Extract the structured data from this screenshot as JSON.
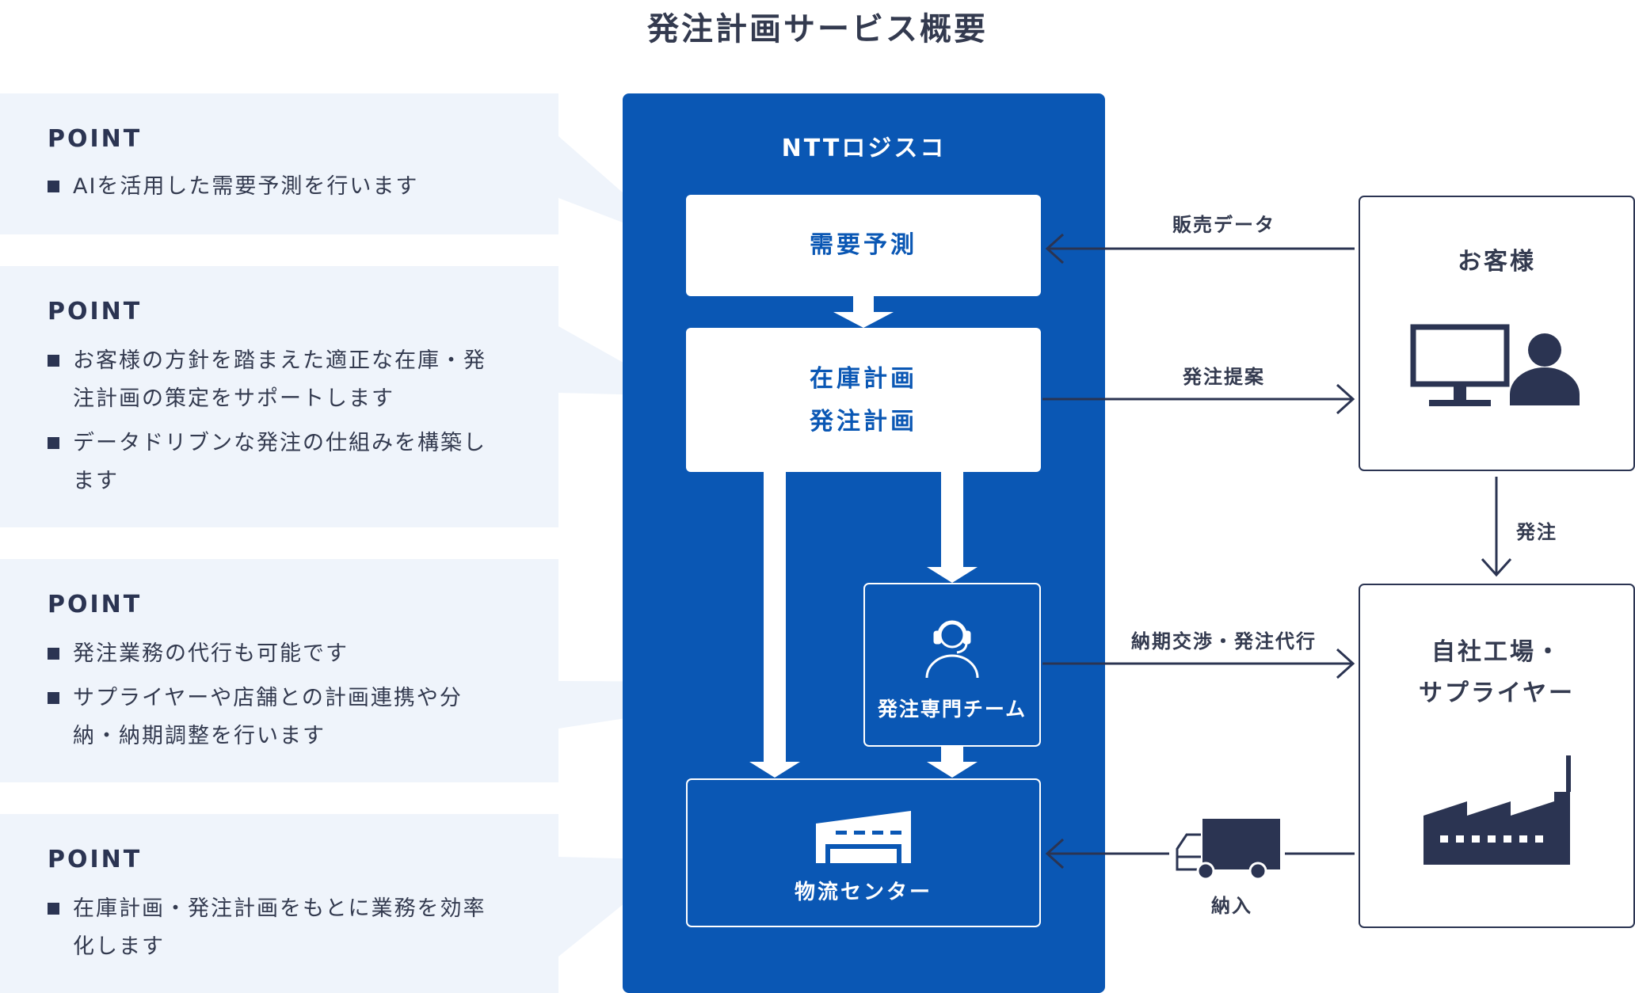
{
  "title": "発注計画サービス概要",
  "points": [
    {
      "label": "POINT",
      "bullets": [
        {
          "line1": "AIを活用した需要予測を行います",
          "line2": ""
        }
      ]
    },
    {
      "label": "POINT",
      "bullets": [
        {
          "line1": "お客様の方針を踏まえた適正な在庫・発",
          "line2": "注計画の策定をサポートします"
        },
        {
          "line1": "データドリブンな発注の仕組みを構築し",
          "line2": "ます"
        }
      ]
    },
    {
      "label": "POINT",
      "bullets": [
        {
          "line1": "発注業務の代行も可能です",
          "line2": ""
        },
        {
          "line1": "サプライヤーや店舗との計画連携や分",
          "line2": "納・納期調整を行います"
        }
      ]
    },
    {
      "label": "POINT",
      "bullets": [
        {
          "line1": "在庫計画・発注計画をもとに業務を効率",
          "line2": "化します"
        }
      ]
    }
  ],
  "ntt": {
    "title": "NTTロジスコ",
    "demand_forecast": "需要予測",
    "inventory_plan_line1": "在庫計画",
    "inventory_plan_line2": "発注計画",
    "order_team": "発注専門チーム",
    "logistics_center": "物流センター"
  },
  "customer": {
    "label": "お客様"
  },
  "factory": {
    "label_line1": "自社工場・",
    "label_line2": "サプライヤー"
  },
  "flows": {
    "sales_data": "販売データ",
    "order_proposal": "発注提案",
    "order": "発注",
    "delivery_negotiation": "納期交渉・発注代行",
    "delivery": "納入"
  },
  "icons": {
    "operator": "headset-operator-icon",
    "warehouse": "warehouse-icon",
    "computer_user": "computer-user-icon",
    "factory": "factory-icon",
    "truck": "truck-icon"
  },
  "colors": {
    "ntt_blue": "#0a57b4",
    "panel_bg": "#eff4fb",
    "navy": "#2b3452"
  }
}
